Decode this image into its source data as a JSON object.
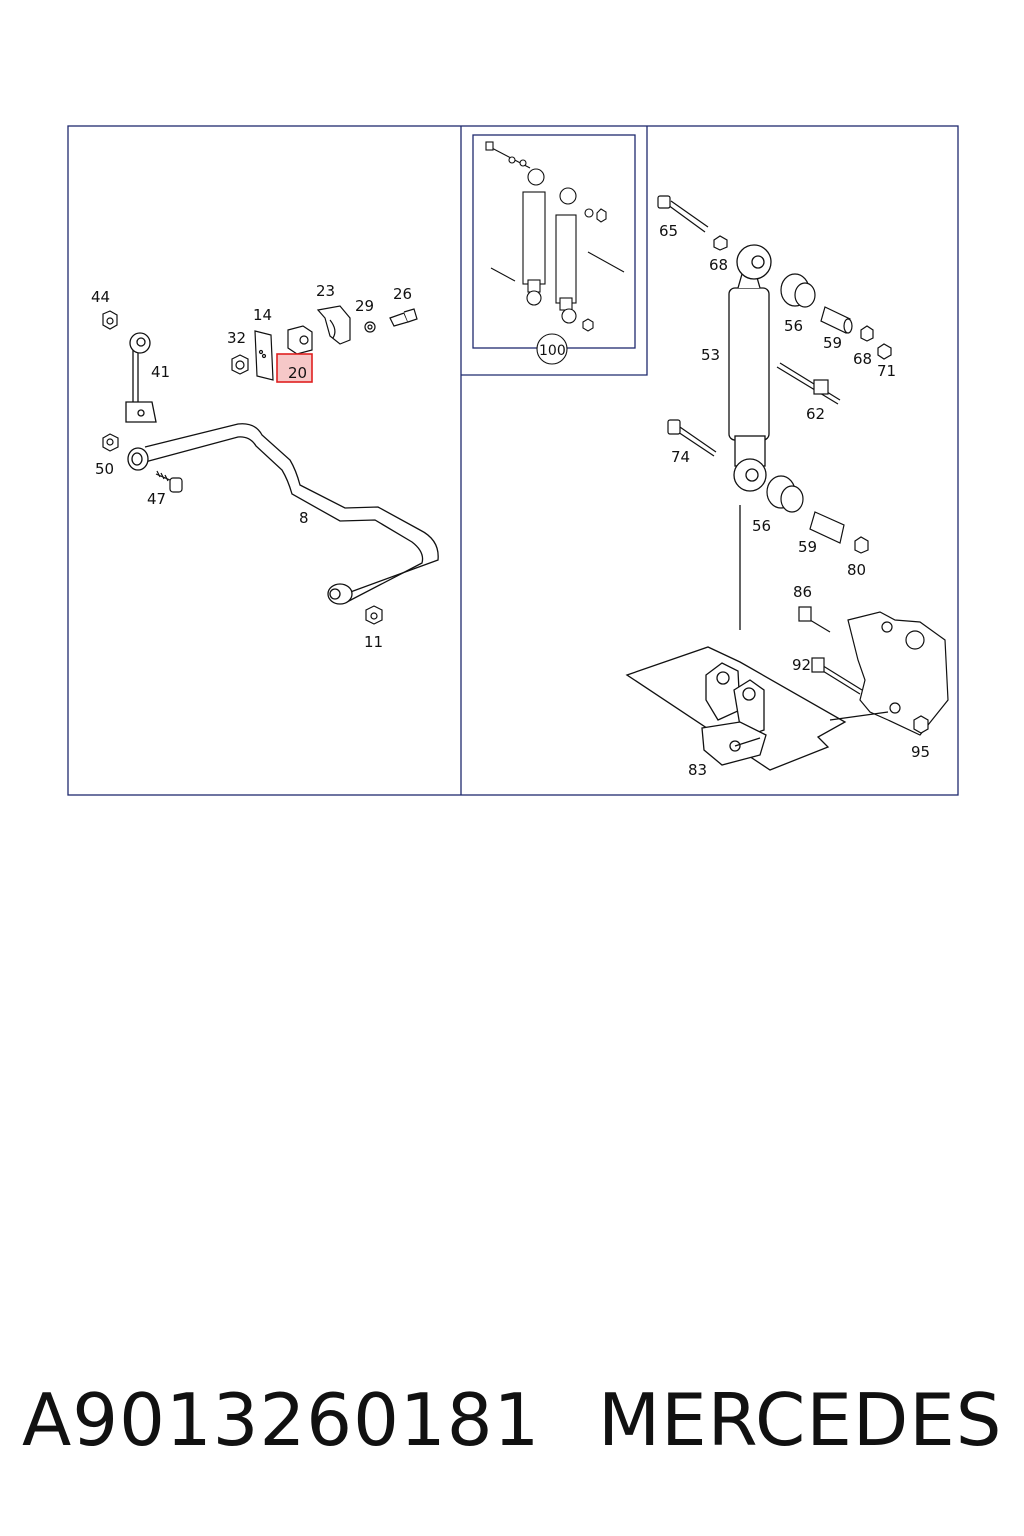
{
  "diagram": {
    "callouts": {
      "c44": "44",
      "c41": "41",
      "c50": "50",
      "c47": "47",
      "c8": "8",
      "c11": "11",
      "c14": "14",
      "c32": "32",
      "c20": "20",
      "c23": "23",
      "c29": "29",
      "c26": "26",
      "c100": "100",
      "c65": "65",
      "c68a": "68",
      "c56a": "56",
      "c59a": "59",
      "c68b": "68",
      "c71": "71",
      "c53": "53",
      "c62": "62",
      "c74": "74",
      "c56b": "56",
      "c59b": "59",
      "c80": "80",
      "c86": "86",
      "c92": "92",
      "c95": "95",
      "c83": "83"
    },
    "highlighted_callout": "20",
    "colors": {
      "frame": "#1f2a6e",
      "highlight": "#e02020",
      "highlight_fill": "#f6c8c8",
      "line": "#111111"
    }
  },
  "footer": {
    "part_number": "A9013260181",
    "brand": "MERCEDES"
  }
}
